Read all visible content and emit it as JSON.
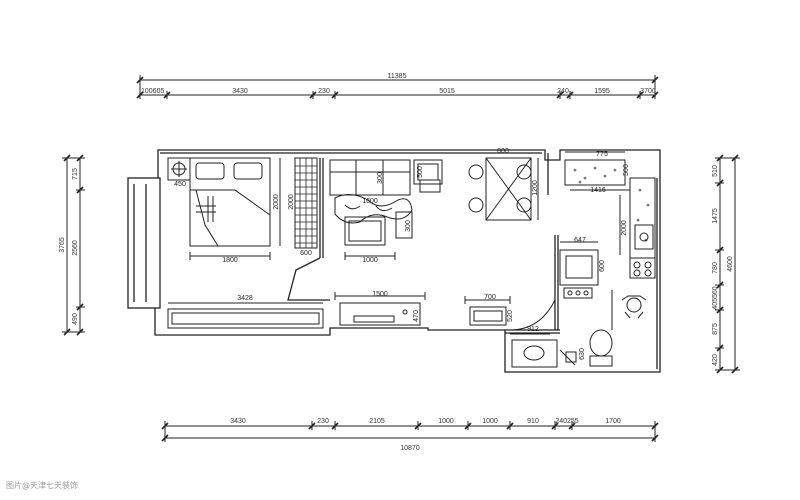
{
  "top_dims": {
    "overall": "11385",
    "segments": [
      "100605",
      "3430",
      "230",
      "5015",
      "240",
      "1595",
      "3700"
    ]
  },
  "bottom_dims": {
    "overall": "10870",
    "segments": [
      "3430",
      "230",
      "2105",
      "1000",
      "1000",
      "910",
      "240255",
      "1700"
    ]
  },
  "left_dims": {
    "overall": "3765",
    "segments": [
      "715",
      "2560",
      "490"
    ]
  },
  "right_dims": {
    "overall": "4600",
    "segments": [
      "510",
      "1475",
      "780",
      "405560",
      "875",
      "420"
    ]
  },
  "labels": {
    "bed_width": "1800",
    "bed_length": "2000",
    "wardrobe_depth": "2000",
    "wardrobe_width": "600",
    "nightstand": "450",
    "bench": "3428",
    "sofa_depth": "300",
    "sofa_width": "1600",
    "coffee_table": "1000",
    "armchair": "300",
    "side_table": "500",
    "tv_cabinet": "1500",
    "tv_width": "470",
    "dining_width": "800",
    "dining_length": "1200",
    "console": "700",
    "console_depth": "520",
    "kitchen_top": "775",
    "kitchen_counter": "1416",
    "kitchen_depth": "2000",
    "kitchen_side": "500",
    "appliance_width": "647",
    "appliance_depth": "600",
    "bath_vanity": "912",
    "bath_side": "630"
  },
  "watermark": "图片@天津七天装饰"
}
